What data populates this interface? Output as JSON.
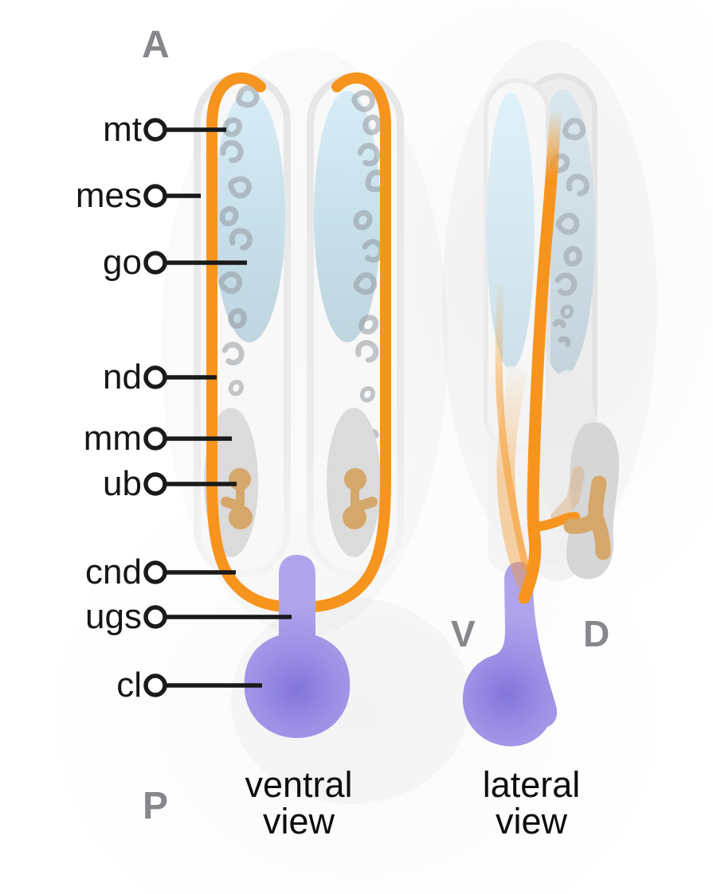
{
  "orientation": {
    "anterior": "A",
    "posterior": "P",
    "ventral": "V",
    "dorsal": "D"
  },
  "labels": [
    {
      "id": "mt",
      "text": "mt"
    },
    {
      "id": "mes",
      "text": "mes"
    },
    {
      "id": "go",
      "text": "go"
    },
    {
      "id": "nd",
      "text": "nd"
    },
    {
      "id": "mm",
      "text": "mm"
    },
    {
      "id": "ub",
      "text": "ub"
    },
    {
      "id": "cnd",
      "text": "cnd"
    },
    {
      "id": "ugs",
      "text": "ugs"
    },
    {
      "id": "cl",
      "text": "cl"
    }
  ],
  "captions": {
    "ventral": {
      "line1": "ventral",
      "line2": "view"
    },
    "lateral": {
      "line1": "lateral",
      "line2": "view"
    }
  },
  "colors": {
    "duct_orange": "#F7941E",
    "gonad_blue": "#C9E2EF",
    "ridge_gray": "#E7E7E7",
    "metanephros_gray": "#DBDBDB",
    "ureteric_bud_tan": "#D5A76A",
    "cloaca_purple": "#A69BE8",
    "cloaca_core_purple": "#8678DC",
    "tubule_gray": "#8E9399",
    "label_text": "#151515",
    "orientation_text": "#85878A"
  }
}
